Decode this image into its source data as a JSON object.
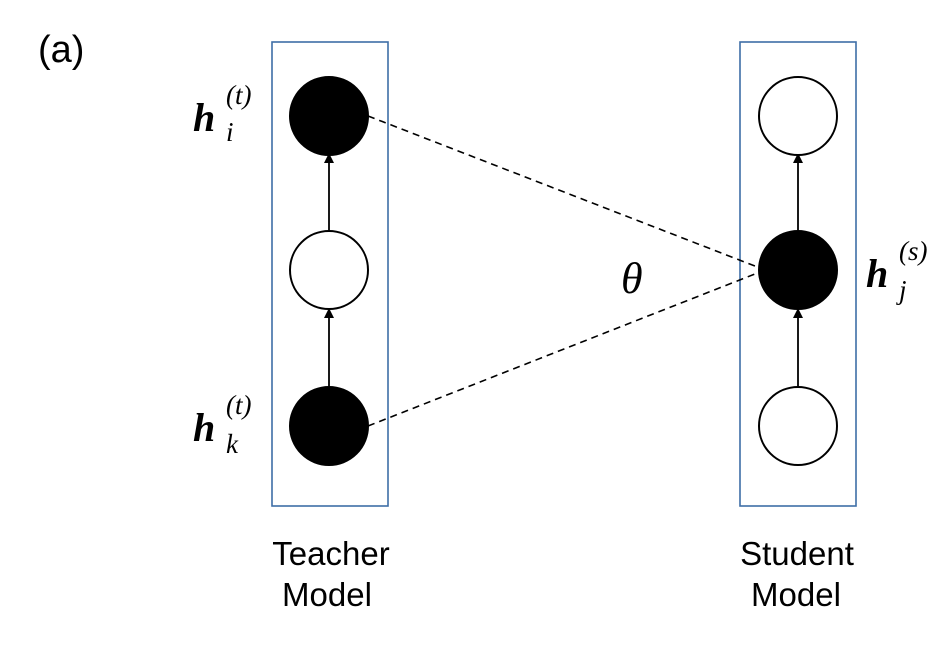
{
  "panel_label": "(a)",
  "teacher": {
    "caption_line1": "Teacher",
    "caption_line2": "Model",
    "nodes": [
      {
        "id": "top",
        "filled": true
      },
      {
        "id": "middle",
        "filled": false
      },
      {
        "id": "bottom",
        "filled": true
      }
    ],
    "label_top": {
      "base": "h",
      "sub": "i",
      "sup": "(t)"
    },
    "label_bottom": {
      "base": "h",
      "sub": "k",
      "sup": "(t)"
    }
  },
  "student": {
    "caption_line1": "Student",
    "caption_line2": "Model",
    "nodes": [
      {
        "id": "top",
        "filled": false
      },
      {
        "id": "middle",
        "filled": true
      },
      {
        "id": "bottom",
        "filled": false
      }
    ],
    "label_middle": {
      "base": "h",
      "sub": "j",
      "sup": "(s)"
    }
  },
  "relation_label": "θ",
  "colors": {
    "box_border": "#3e6ea6",
    "node_fill": "#000000",
    "node_stroke": "#000000",
    "background": "#ffffff"
  }
}
